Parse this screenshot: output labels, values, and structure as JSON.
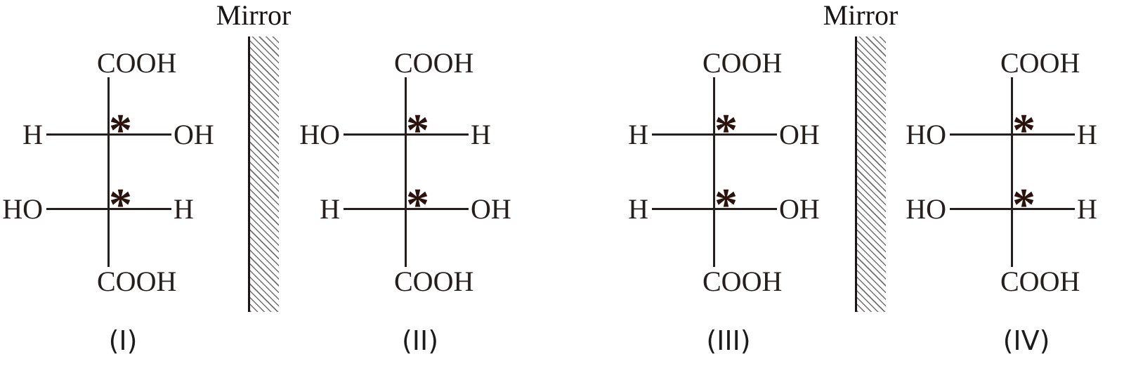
{
  "chiral_marker": "*",
  "structures": [
    {
      "numeral": "(I)",
      "top": "COOH",
      "bottom": "COOH",
      "rows": [
        {
          "left": "H",
          "right": "OH"
        },
        {
          "left": "HO",
          "right": "H"
        }
      ]
    },
    {
      "numeral": "(II)",
      "top": "COOH",
      "bottom": "COOH",
      "rows": [
        {
          "left": "HO",
          "right": "H"
        },
        {
          "left": "H",
          "right": "OH"
        }
      ]
    },
    {
      "numeral": "(III)",
      "top": "COOH",
      "bottom": "COOH",
      "rows": [
        {
          "left": "H",
          "right": "OH"
        },
        {
          "left": "H",
          "right": "OH"
        }
      ]
    },
    {
      "numeral": "(IV)",
      "top": "COOH",
      "bottom": "COOH",
      "rows": [
        {
          "left": "HO",
          "right": "H"
        },
        {
          "left": "HO",
          "right": "H"
        }
      ]
    }
  ],
  "mirrors": [
    {
      "label": "Mirror"
    },
    {
      "label": "Mirror"
    }
  ],
  "colors": {
    "ink": "#241e1c",
    "asterisk": "#2a130d",
    "hatch": "#6f6f6f"
  }
}
